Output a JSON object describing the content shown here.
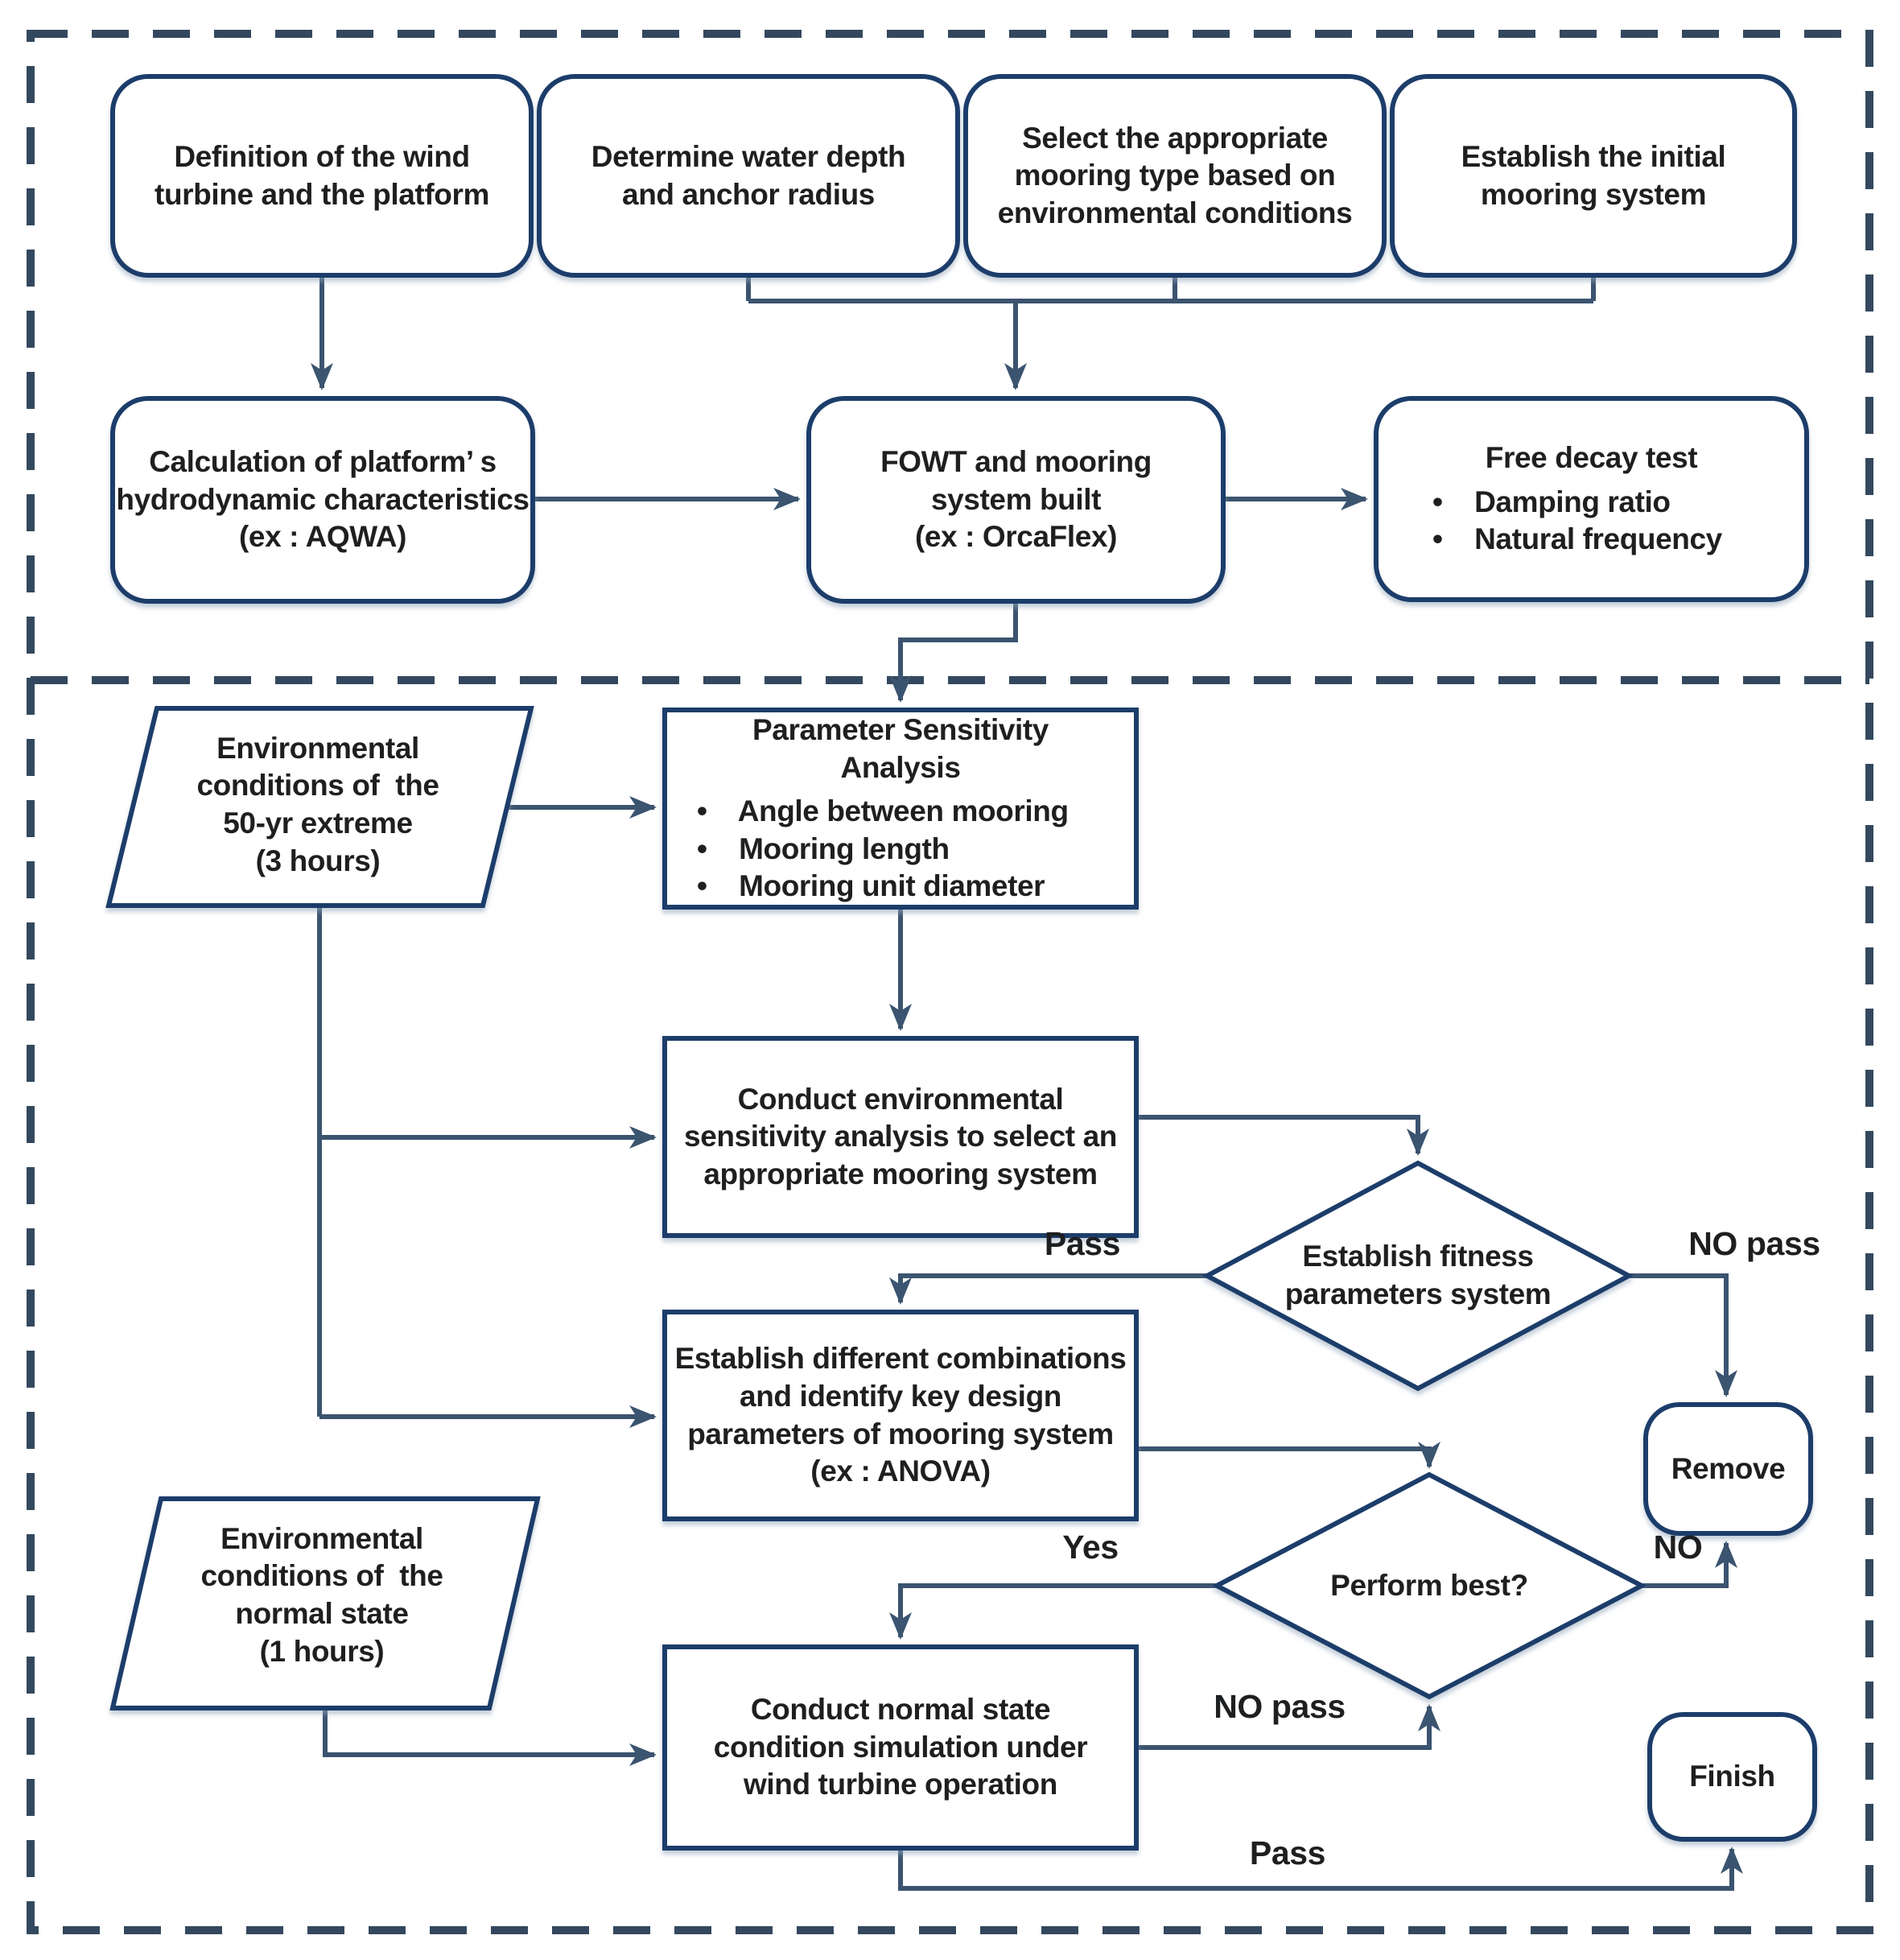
{
  "colors": {
    "node_border": "#1e3e6b",
    "connector": "#3b546f",
    "dashed_frame": "#33485e",
    "text": "#1e1f21",
    "node_fill": "#ffffff"
  },
  "nodes": {
    "define_turbine": {
      "label": "Definition of the wind\nturbine and the platform"
    },
    "water_depth": {
      "label": "Determine water depth\nand anchor radius"
    },
    "mooring_type": {
      "label": "Select the appropriate\nmooring type based on\nenvironmental conditions"
    },
    "initial_mooring": {
      "label": "Establish the initial\nmooring system"
    },
    "hydro_calc": {
      "label": "Calculation of platform’ s\nhydrodynamic characteristics\n(ex : AQWA)"
    },
    "fowt_built": {
      "label": "FOWT and mooring\nsystem built\n(ex : OrcaFlex)"
    },
    "free_decay": {
      "title": "Free decay test",
      "bullets": "•    Damping ratio\n•    Natural frequency"
    },
    "env_50yr": {
      "label": "Environmental\nconditions of  the\n50-yr extreme\n(3 hours)"
    },
    "param_sensitivity": {
      "title": "Parameter Sensitivity Analysis",
      "bullets": "•    Angle between mooring\n•    Mooring length\n•    Mooring unit diameter"
    },
    "env_sensitivity": {
      "label": "Conduct environmental\nsensitivity analysis to select an\nappropriate mooring system"
    },
    "fitness_check": {
      "label": "Establish fitness\nparameters system"
    },
    "combinations": {
      "label": "Establish different combinations\nand identify key design\nparameters of mooring system\n(ex : ANOVA)"
    },
    "perform_best": {
      "label": "Perform best?"
    },
    "remove": {
      "label": "Remove"
    },
    "env_normal": {
      "label": "Environmental\nconditions of  the\nnormal state\n(1 hours)"
    },
    "normal_sim": {
      "label": "Conduct normal state\ncondition simulation under\nwind turbine operation"
    },
    "finish": {
      "label": "Finish"
    }
  },
  "edge_labels": {
    "fitness_pass": "Pass",
    "fitness_no_pass": "NO pass",
    "perform_yes": "Yes",
    "perform_no": "NO",
    "normal_no_pass": "NO pass",
    "normal_pass": "Pass"
  }
}
